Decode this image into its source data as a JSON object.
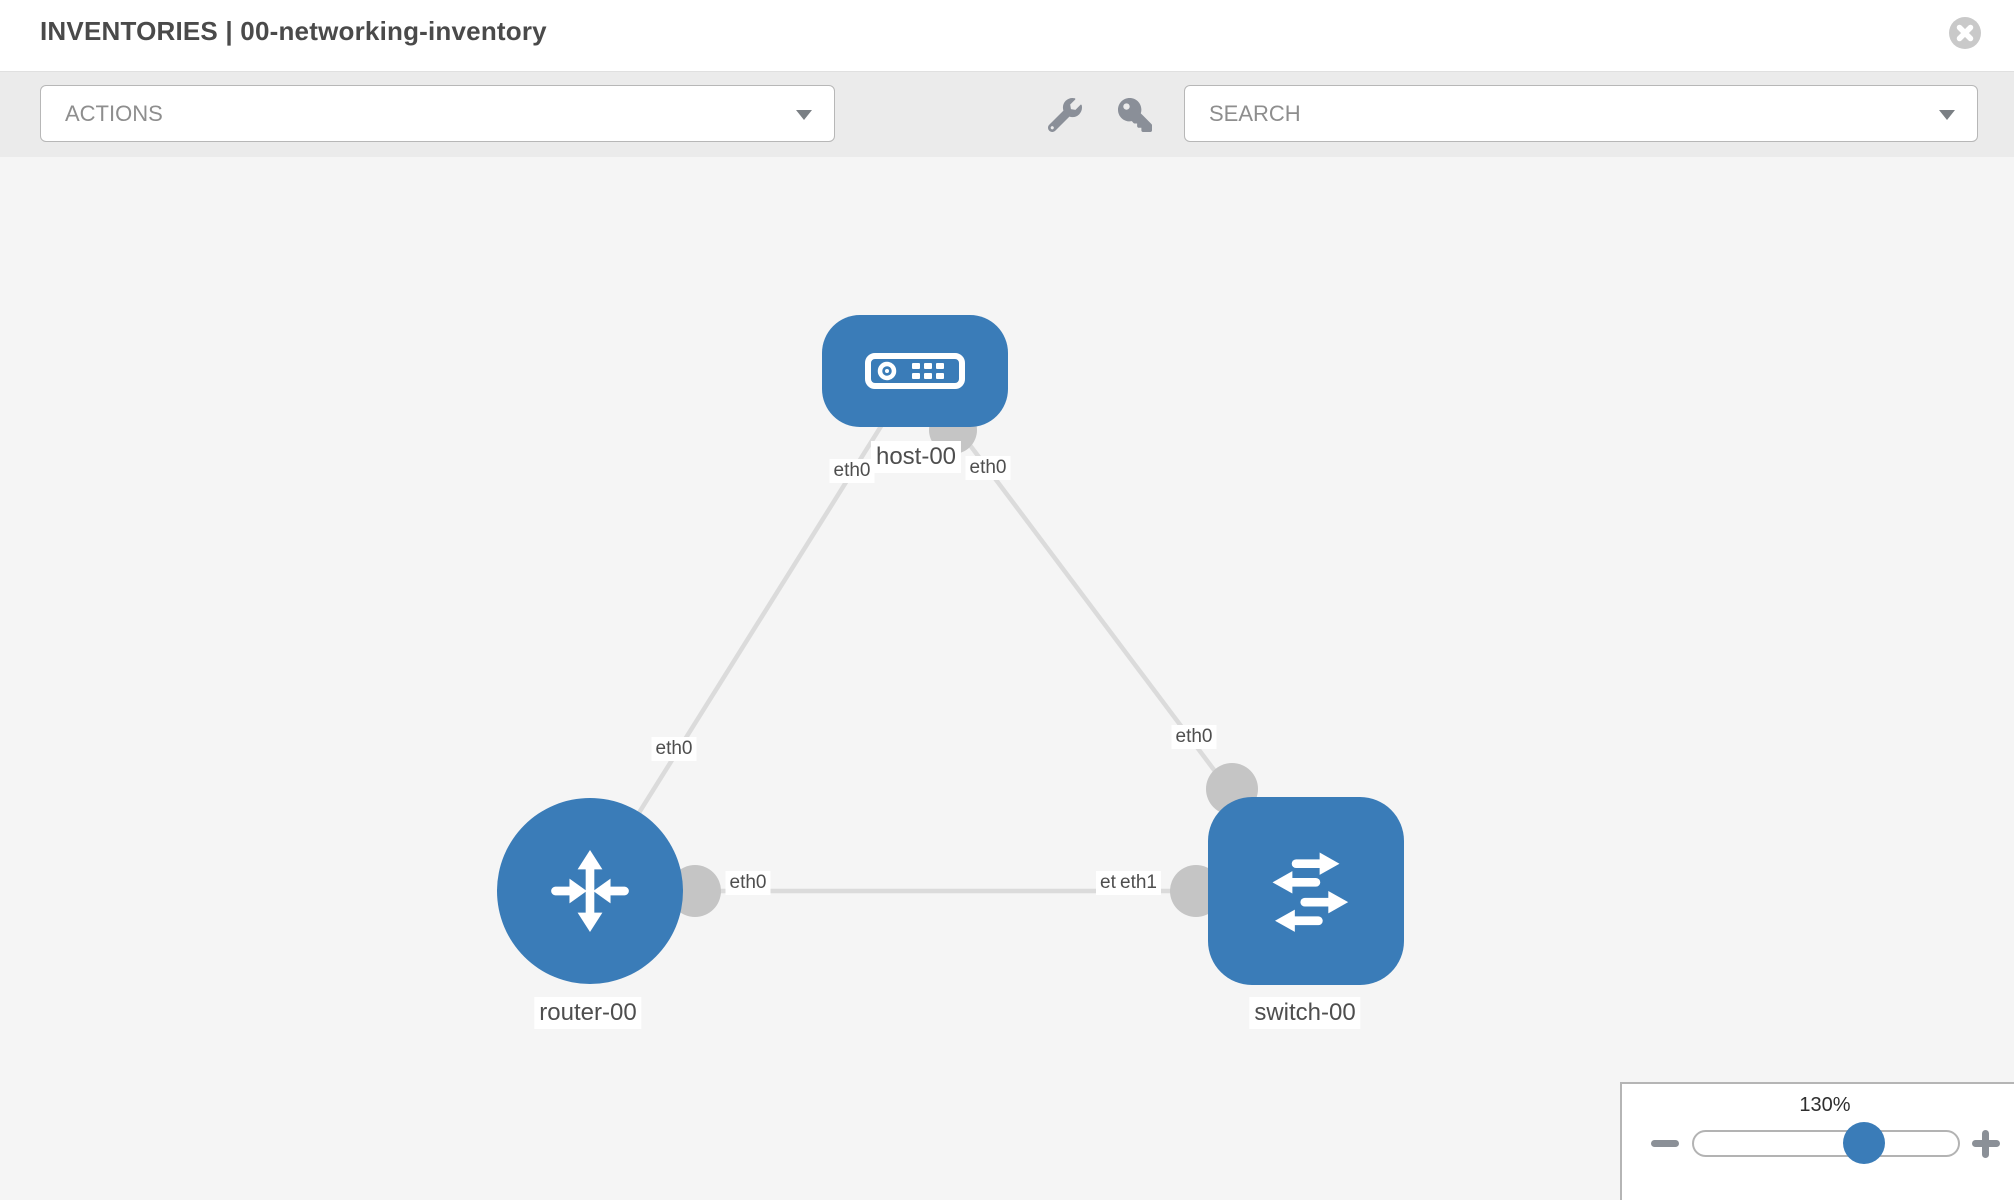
{
  "header": {
    "title": "INVENTORIES | 00-networking-inventory"
  },
  "toolbar": {
    "actions_label": "ACTIONS",
    "search_placeholder": "SEARCH",
    "icons": [
      "wrench-icon",
      "key-icon"
    ]
  },
  "canvas": {
    "nodes": [
      {
        "id": "host-00",
        "type": "host",
        "label": "host-00"
      },
      {
        "id": "router-00",
        "type": "router",
        "label": "router-00"
      },
      {
        "id": "switch-00",
        "type": "switch",
        "label": "switch-00"
      }
    ],
    "links": [
      {
        "from": "host-00",
        "from_interface": "eth0",
        "to": "router-00",
        "to_interface": "eth0"
      },
      {
        "from": "host-00",
        "from_interface": "eth0",
        "to": "switch-00",
        "to_interface": "eth0"
      },
      {
        "from": "router-00",
        "from_interface": "eth0",
        "to": "switch-00",
        "to_interface": "eth1"
      }
    ],
    "labels": {
      "host_left": "eth0",
      "host_right": "eth0",
      "router_upper": "eth0",
      "switch_upper": "eth0",
      "mid_router_side": "eth0",
      "mid_switch_side_under": "eth0",
      "mid_switch_side_over": "eth1"
    }
  },
  "zoom_control": {
    "percent": "130%"
  },
  "colors": {
    "node_blue": "#3a7cb8",
    "edge_gray": "#dbdbdb",
    "port_gray": "#c5c5c5",
    "toolbar_bg": "#ebebeb",
    "canvas_bg": "#f5f5f5"
  }
}
